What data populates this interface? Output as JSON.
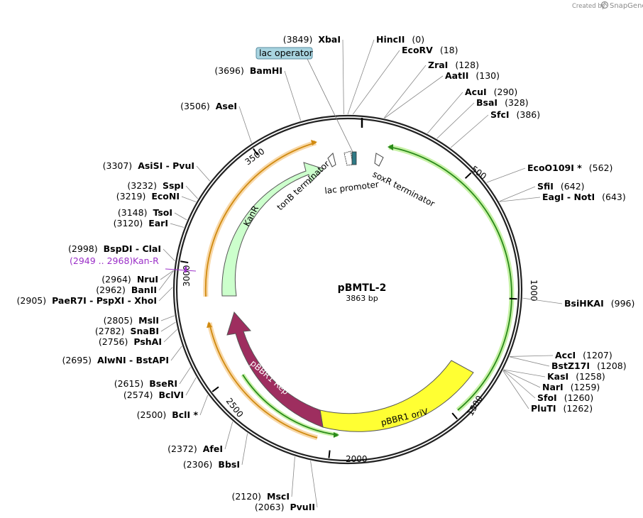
{
  "watermark": {
    "prefix": "Created by",
    "brand": "SnapGene"
  },
  "plasmid": {
    "name": "pBMTL-2",
    "length_label": "3863 bp",
    "length": 3863
  },
  "ticks": [
    "500",
    "1000",
    "1500",
    "2000",
    "2500",
    "3000",
    "3500"
  ],
  "sites": [
    {
      "name": "HincII",
      "num": "(0)",
      "pos": 0
    },
    {
      "name": "EcoRV",
      "num": "(18)",
      "pos": 18
    },
    {
      "name": "ZraI",
      "num": "(128)",
      "pos": 128
    },
    {
      "name": "AatII",
      "num": "(130)",
      "pos": 130
    },
    {
      "name": "AcuI",
      "num": "(290)",
      "pos": 290
    },
    {
      "name": "BsaI",
      "num": "(328)",
      "pos": 328
    },
    {
      "name": "SfcI",
      "num": "(386)",
      "pos": 386
    },
    {
      "name": "EcoO109I *",
      "num": "(562)",
      "pos": 562
    },
    {
      "name": "SfiI",
      "num": "(642)",
      "pos": 642
    },
    {
      "name": "EagI  - NotI",
      "num": "(643)",
      "pos": 643
    },
    {
      "name": "BsiHKAI",
      "num": "(996)",
      "pos": 996
    },
    {
      "name": "AccI",
      "num": "(1207)",
      "pos": 1207
    },
    {
      "name": "BstZ17I",
      "num": "(1208)",
      "pos": 1208
    },
    {
      "name": "KasI",
      "num": "(1258)",
      "pos": 1258
    },
    {
      "name": "NarI",
      "num": "(1259)",
      "pos": 1259
    },
    {
      "name": "SfoI",
      "num": "(1260)",
      "pos": 1260
    },
    {
      "name": "PluTI",
      "num": "(1262)",
      "pos": 1262
    },
    {
      "name": "PvuII",
      "num": "(2063)",
      "pos": 2063
    },
    {
      "name": "MscI",
      "num": "(2120)",
      "pos": 2120
    },
    {
      "name": "BbsI",
      "num": "(2306)",
      "pos": 2306
    },
    {
      "name": "AfeI",
      "num": "(2372)",
      "pos": 2372
    },
    {
      "name": "BclI *",
      "num": "(2500)",
      "pos": 2500
    },
    {
      "name": "BclVI",
      "num": "(2574)",
      "pos": 2574
    },
    {
      "name": "BseRI",
      "num": "(2615)",
      "pos": 2615
    },
    {
      "name": "AlwNI  - BstAPI",
      "num": "(2695)",
      "pos": 2695
    },
    {
      "name": "PshAI",
      "num": "(2756)",
      "pos": 2756
    },
    {
      "name": "SnaBI",
      "num": "(2782)",
      "pos": 2782
    },
    {
      "name": "MslI",
      "num": "(2805)",
      "pos": 2805
    },
    {
      "name": "PaeR7I  - PspXI  - XhoI",
      "num": "(2905)",
      "pos": 2905
    },
    {
      "name": "BanII",
      "num": "(2962)",
      "pos": 2962
    },
    {
      "name": "NruI",
      "num": "(2964)",
      "pos": 2964
    },
    {
      "name": "BspDI  - ClaI",
      "num": "(2998)",
      "pos": 2998
    },
    {
      "name": "EarI",
      "num": "(3120)",
      "pos": 3120
    },
    {
      "name": "TsoI",
      "num": "(3148)",
      "pos": 3148
    },
    {
      "name": "EcoNI",
      "num": "(3219)",
      "pos": 3219
    },
    {
      "name": "SspI",
      "num": "(3232)",
      "pos": 3232
    },
    {
      "name": "AsiSI  - PvuI",
      "num": "(3307)",
      "pos": 3307
    },
    {
      "name": "AseI",
      "num": "(3506)",
      "pos": 3506
    },
    {
      "name": "BamHI",
      "num": "(3696)",
      "pos": 3696
    },
    {
      "name": "XbaI",
      "num": "(3849)",
      "pos": 3849
    }
  ],
  "primer": {
    "name": "Kan-R",
    "range": "(2949 .. 2968)",
    "color": "#9b30c8"
  },
  "features": [
    {
      "name": "KanR",
      "color": "#ccffcc"
    },
    {
      "name": "pBBR1 Rep",
      "color": "#9e2e5f"
    },
    {
      "name": "pBBR1 oriV",
      "color": "#ffff33"
    },
    {
      "name": "tonB terminator",
      "color": "#ffffff"
    },
    {
      "name": "lac promoter",
      "color": "#ffffff"
    },
    {
      "name": "soxR terminator",
      "color": "#ffffff"
    },
    {
      "name": "lac operator",
      "color": "#99cccc"
    }
  ]
}
